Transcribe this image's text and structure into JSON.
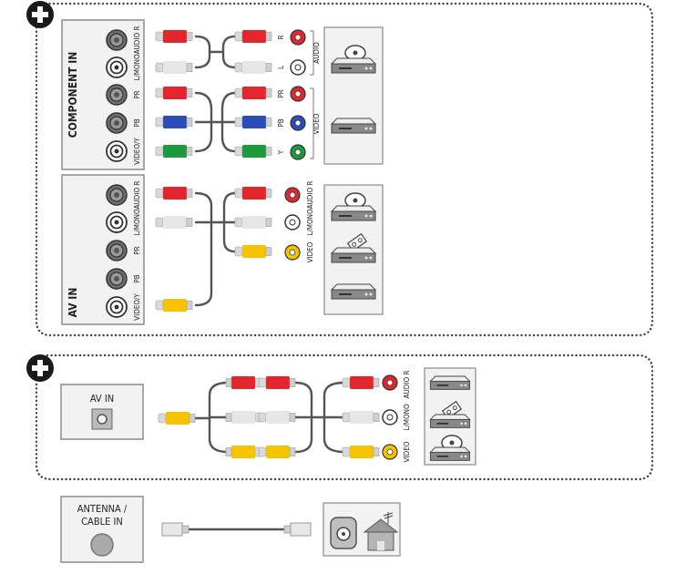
{
  "colors": {
    "panel_fill": "#f2f2f2",
    "panel_stroke": "#8c8c8c",
    "cable": "#555555",
    "red": "#e3262e",
    "white": "#e6e6e6",
    "blue": "#2a4db8",
    "green": "#1c9a3c",
    "yellow": "#f5c400",
    "plus": "#1a1a1a"
  },
  "section1": {
    "component_panel": {
      "title": "COMPONENT IN",
      "port_labels": [
        "AUDIO R",
        "L/MONO",
        "PR",
        "PB",
        "VIDEO/Y"
      ]
    },
    "component_device_labels": [
      "R",
      "L",
      "PR",
      "PB",
      "Y"
    ],
    "audio_bracket": "AUDIO",
    "video_bracket": "VIDEO",
    "av_panel": {
      "title": "AV IN",
      "port_labels": [
        "AUDIO R",
        "L/MONO",
        "PR",
        "PB",
        "VIDEO/Y"
      ]
    },
    "av_device_labels": [
      "AUDIO R",
      "L/MONO",
      "VIDEO"
    ]
  },
  "section2": {
    "panel_title": "AV IN",
    "device_labels": [
      "AUDIO R",
      "L/MONO",
      "VIDEO"
    ]
  },
  "antenna": {
    "panel_title_line1": "ANTENNA /",
    "panel_title_line2": "CABLE IN"
  }
}
